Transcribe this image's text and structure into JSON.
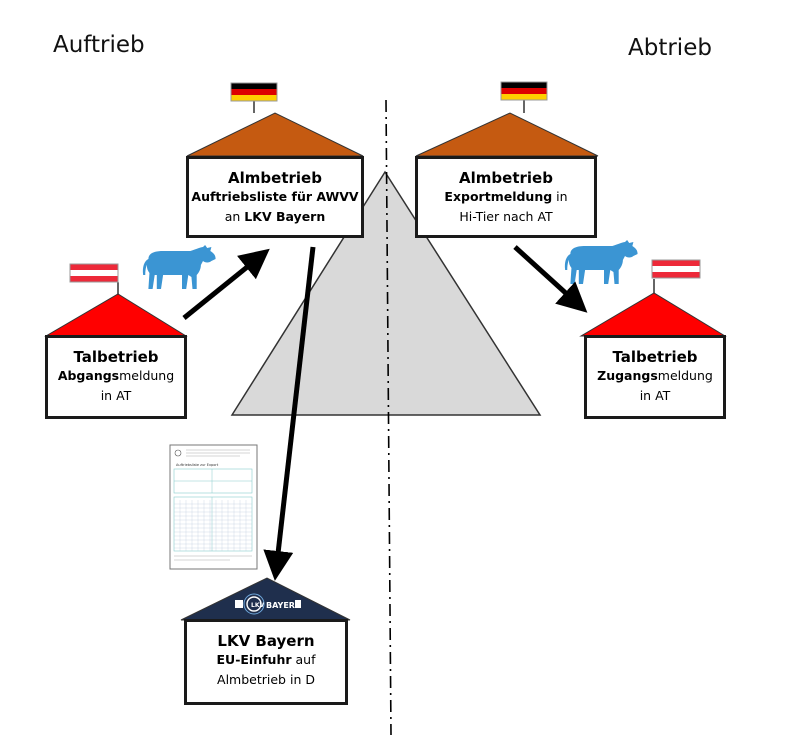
{
  "labels": {
    "left": "Auftrieb",
    "right": "Abtrieb"
  },
  "colors": {
    "alm_roof": "#c55a11",
    "tal_roof": "#ff0000",
    "lkv_roof": "#1f2f4d",
    "cow": "#3b95d3",
    "mountain": "#d9d9d9"
  },
  "nodes": {
    "alm_left": {
      "title": "Almbetrieb",
      "line1": "Auftriebsliste für AWVV",
      "line2_prefix": "an ",
      "line2_bold": "LKV Bayern"
    },
    "alm_right": {
      "title": "Almbetrieb",
      "line1_bold": "Exportmeldung",
      "line1_suffix": " in",
      "line2": "Hi-Tier nach AT"
    },
    "tal_left": {
      "title": "Talbetrieb",
      "line1_bold": "Abgangs",
      "line1_suffix": "meldung",
      "line2": "in AT"
    },
    "tal_right": {
      "title": "Talbetrieb",
      "line1_bold": "Zugangs",
      "line1_suffix": "meldung",
      "line2": "in AT"
    },
    "lkv": {
      "logo_text": "BAYERN",
      "title": "LKV Bayern",
      "line1_bold": "EU-Einfuhr",
      "line1_suffix": " auf",
      "line2": "Almbetrieb in D"
    }
  },
  "document": {
    "heading": "Auftriebsliste zur Export"
  }
}
